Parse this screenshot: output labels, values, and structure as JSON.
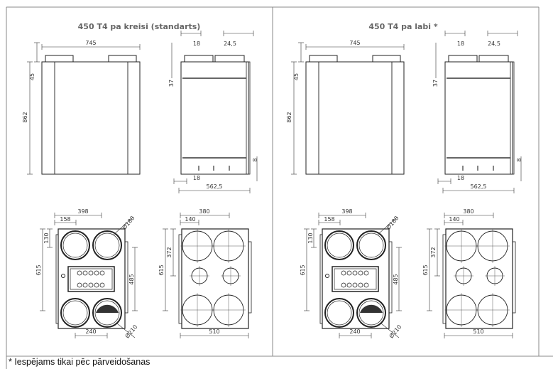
{
  "panels": [
    {
      "title": "450 T4 pa kreisi (standarts)",
      "front": {
        "width": "745",
        "top": "45",
        "height": "862"
      },
      "side": {
        "top_left": "18",
        "top_right": "24,5",
        "offset": "37",
        "foot": "8",
        "bottom_left": "18",
        "depth": "562,5"
      },
      "rear": {
        "spacing": "398",
        "offset_x": "158",
        "offset_y": "130",
        "height": "615",
        "spacing_v": "485",
        "bottom_spacing": "240",
        "dia_top": "Ø180",
        "dia_bottom": "Ø210"
      },
      "plan": {
        "spacing": "380",
        "offset_x": "140",
        "offset_y": "372",
        "height": "615",
        "width": "510"
      }
    },
    {
      "title": "450 T4 pa labi *",
      "front": {
        "width": "745",
        "top": "45",
        "height": "862"
      },
      "side": {
        "top_left": "18",
        "top_right": "24,5",
        "offset": "37",
        "foot": "8",
        "bottom_left": "18",
        "depth": "562,5"
      },
      "rear": {
        "spacing": "398",
        "offset_x": "158",
        "offset_y": "130",
        "height": "615",
        "spacing_v": "485",
        "bottom_spacing": "240",
        "dia_top": "Ø180",
        "dia_bottom": "Ø210"
      },
      "plan": {
        "spacing": "380",
        "offset_x": "140",
        "offset_y": "372",
        "height": "615",
        "width": "510"
      }
    }
  ],
  "footer": {
    "note": "* Iespējams tikai pēc pārveidošanas"
  }
}
